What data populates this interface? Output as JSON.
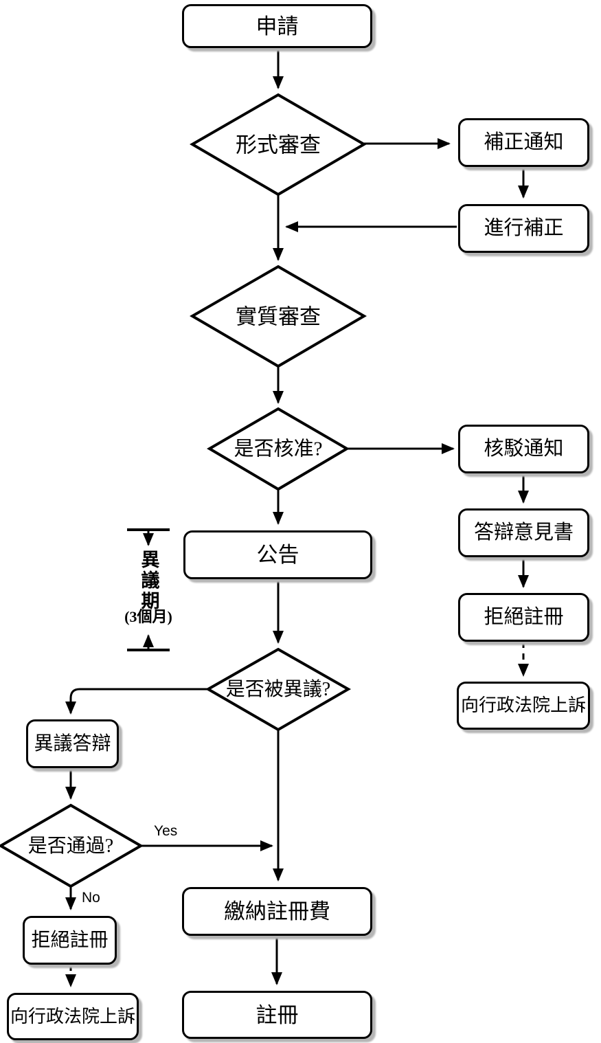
{
  "diagram": {
    "type": "flowchart",
    "nodes": {
      "apply": "申請",
      "formal_exam": "形式審查",
      "correction_notice": "補正通知",
      "do_correction": "進行補正",
      "substantive_exam": "實質審查",
      "approved": "是否核准?",
      "rejection_notice": "核駁通知",
      "response_brief": "答辯意見書",
      "refuse_registration_right": "拒絕註冊",
      "appeal_court_right": "向行政法院上訴",
      "publication": "公告",
      "opposed": "是否被異議?",
      "opposition_defense": "異議答辯",
      "passed": "是否通過?",
      "refuse_registration_left": "拒絕註冊",
      "appeal_court_left": "向行政法院上訴",
      "pay_fee": "繳納註冊費",
      "register": "註冊"
    },
    "labels": {
      "yes": "Yes",
      "no": "No"
    },
    "annotation": {
      "text": "異議期",
      "duration": "(3個月)",
      "spans": "publication to opposed"
    },
    "edges": [
      {
        "from": "apply",
        "to": "formal_exam",
        "style": "solid"
      },
      {
        "from": "formal_exam",
        "to": "correction_notice",
        "style": "solid"
      },
      {
        "from": "correction_notice",
        "to": "do_correction",
        "style": "solid"
      },
      {
        "from": "do_correction",
        "to": "substantive_exam",
        "style": "solid",
        "note": "merges into main line"
      },
      {
        "from": "formal_exam",
        "to": "substantive_exam",
        "style": "solid"
      },
      {
        "from": "substantive_exam",
        "to": "approved",
        "style": "solid"
      },
      {
        "from": "approved",
        "to": "rejection_notice",
        "style": "solid"
      },
      {
        "from": "rejection_notice",
        "to": "response_brief",
        "style": "solid"
      },
      {
        "from": "response_brief",
        "to": "refuse_registration_right",
        "style": "solid"
      },
      {
        "from": "refuse_registration_right",
        "to": "appeal_court_right",
        "style": "dashed"
      },
      {
        "from": "approved",
        "to": "publication",
        "style": "solid"
      },
      {
        "from": "publication",
        "to": "opposed",
        "style": "solid"
      },
      {
        "from": "opposed",
        "to": "opposition_defense",
        "style": "solid"
      },
      {
        "from": "opposition_defense",
        "to": "passed",
        "style": "solid"
      },
      {
        "from": "passed",
        "to": "pay_fee",
        "style": "solid",
        "label": "Yes"
      },
      {
        "from": "passed",
        "to": "refuse_registration_left",
        "style": "solid",
        "label": "No"
      },
      {
        "from": "refuse_registration_left",
        "to": "appeal_court_left",
        "style": "dashed"
      },
      {
        "from": "opposed",
        "to": "pay_fee",
        "style": "solid"
      },
      {
        "from": "pay_fee",
        "to": "register",
        "style": "solid"
      }
    ],
    "colors": {
      "stroke": "#000000",
      "node_fill": "#ffffff",
      "shadow": "#b5b5b5",
      "background": "#ffffff"
    }
  }
}
